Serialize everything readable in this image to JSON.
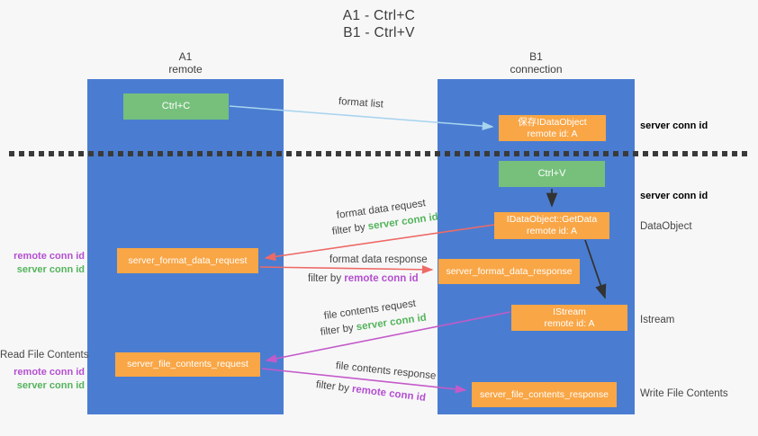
{
  "title": {
    "line1": "A1 - Ctrl+C",
    "line2": "B1 - Ctrl+V"
  },
  "columns": [
    {
      "name": "A1",
      "subtitle": "remote"
    },
    {
      "name": "B1",
      "subtitle": "connection"
    }
  ],
  "nodes": {
    "ctrl_c": {
      "label": "Ctrl+C"
    },
    "ctrl_v": {
      "label": "Ctrl+V"
    },
    "save_idataobject": {
      "line1": "保存IDataObject",
      "line2": "remote id: A"
    },
    "idataobject_getdata": {
      "line1": "IDataObject::GetData",
      "line2": "remote id: A"
    },
    "istream": {
      "line1": "IStream",
      "line2": "remote id: A"
    },
    "server_format_data_request": {
      "label": "server_format_data_request"
    },
    "server_format_data_response": {
      "label": "server_format_data_response"
    },
    "server_file_contents_request": {
      "label": "server_file_contents_request"
    },
    "server_file_contents_response": {
      "label": "server_file_contents_response"
    }
  },
  "edge_labels": {
    "format_list": "format list",
    "format_data_request": "format data request",
    "format_data_response": "format data response",
    "file_contents_request": "file contents request",
    "file_contents_response": "file contents response",
    "filter_by": "filter by ",
    "server_conn_id": "server conn id",
    "remote_conn_id": "remote conn id"
  },
  "side_labels": {
    "left_format": {
      "remote": "remote conn id",
      "server": "server conn id"
    },
    "left_file": {
      "title": "Read File Contents",
      "remote": "remote conn id",
      "server": "server conn id"
    },
    "right": {
      "server_conn_id_top": "server conn id",
      "server_conn_id_mid": "server conn id",
      "dataobject": "DataObject",
      "istream": "Istream",
      "write_file_contents": "Write File Contents"
    }
  },
  "colors": {
    "lane_blue": "#4a7dd1",
    "node_green": "#76c07c",
    "node_orange": "#f9a646",
    "arrow_light_blue": "#a8d4ee",
    "arrow_black": "#333333",
    "arrow_red": "#ee6a66",
    "arrow_magenta": "#c45ac9",
    "text_green": "#54b45b",
    "text_purple": "#b44fd0",
    "text_dark": "#3c3c3c",
    "background": "#f7f7f8"
  }
}
